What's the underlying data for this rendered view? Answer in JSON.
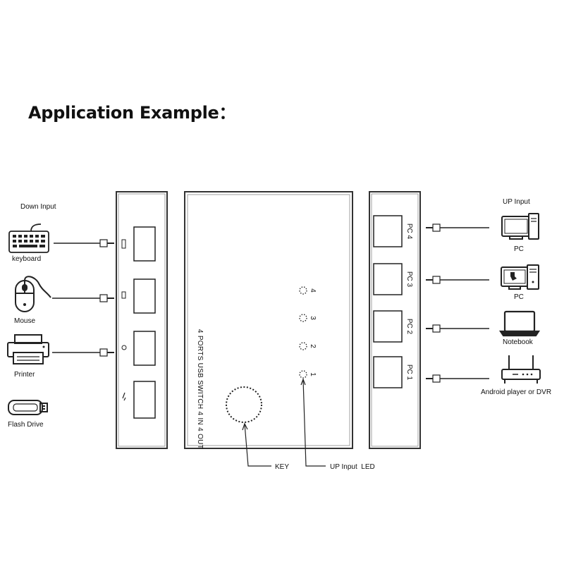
{
  "title": "Application Example：",
  "left_panel": {
    "heading": "Down Input",
    "devices": [
      {
        "label": "keyboard",
        "icon": "keyboard-icon"
      },
      {
        "label": "Mouse",
        "icon": "mouse-icon"
      },
      {
        "label": "Printer",
        "icon": "printer-icon"
      },
      {
        "label": "Flash Drive",
        "icon": "flash-drive-icon"
      }
    ]
  },
  "right_panel": {
    "heading": "UP Input",
    "devices": [
      {
        "label": "PC",
        "icon": "pc-icon",
        "port": "PC 4"
      },
      {
        "label": "PC",
        "icon": "pc-tower-icon",
        "port": "PC 3"
      },
      {
        "label": "Notebook",
        "icon": "notebook-icon",
        "port": "PC 2"
      },
      {
        "label": "Android player or DVR",
        "icon": "router-icon",
        "port": "PC 1"
      }
    ]
  },
  "device": {
    "front_text": "4 PORTS USB SWITCH 4 IN 4 OUT",
    "leds": [
      "4",
      "3",
      "2",
      "1"
    ],
    "key_label": "KEY",
    "led_label": "UP Input  LED"
  }
}
